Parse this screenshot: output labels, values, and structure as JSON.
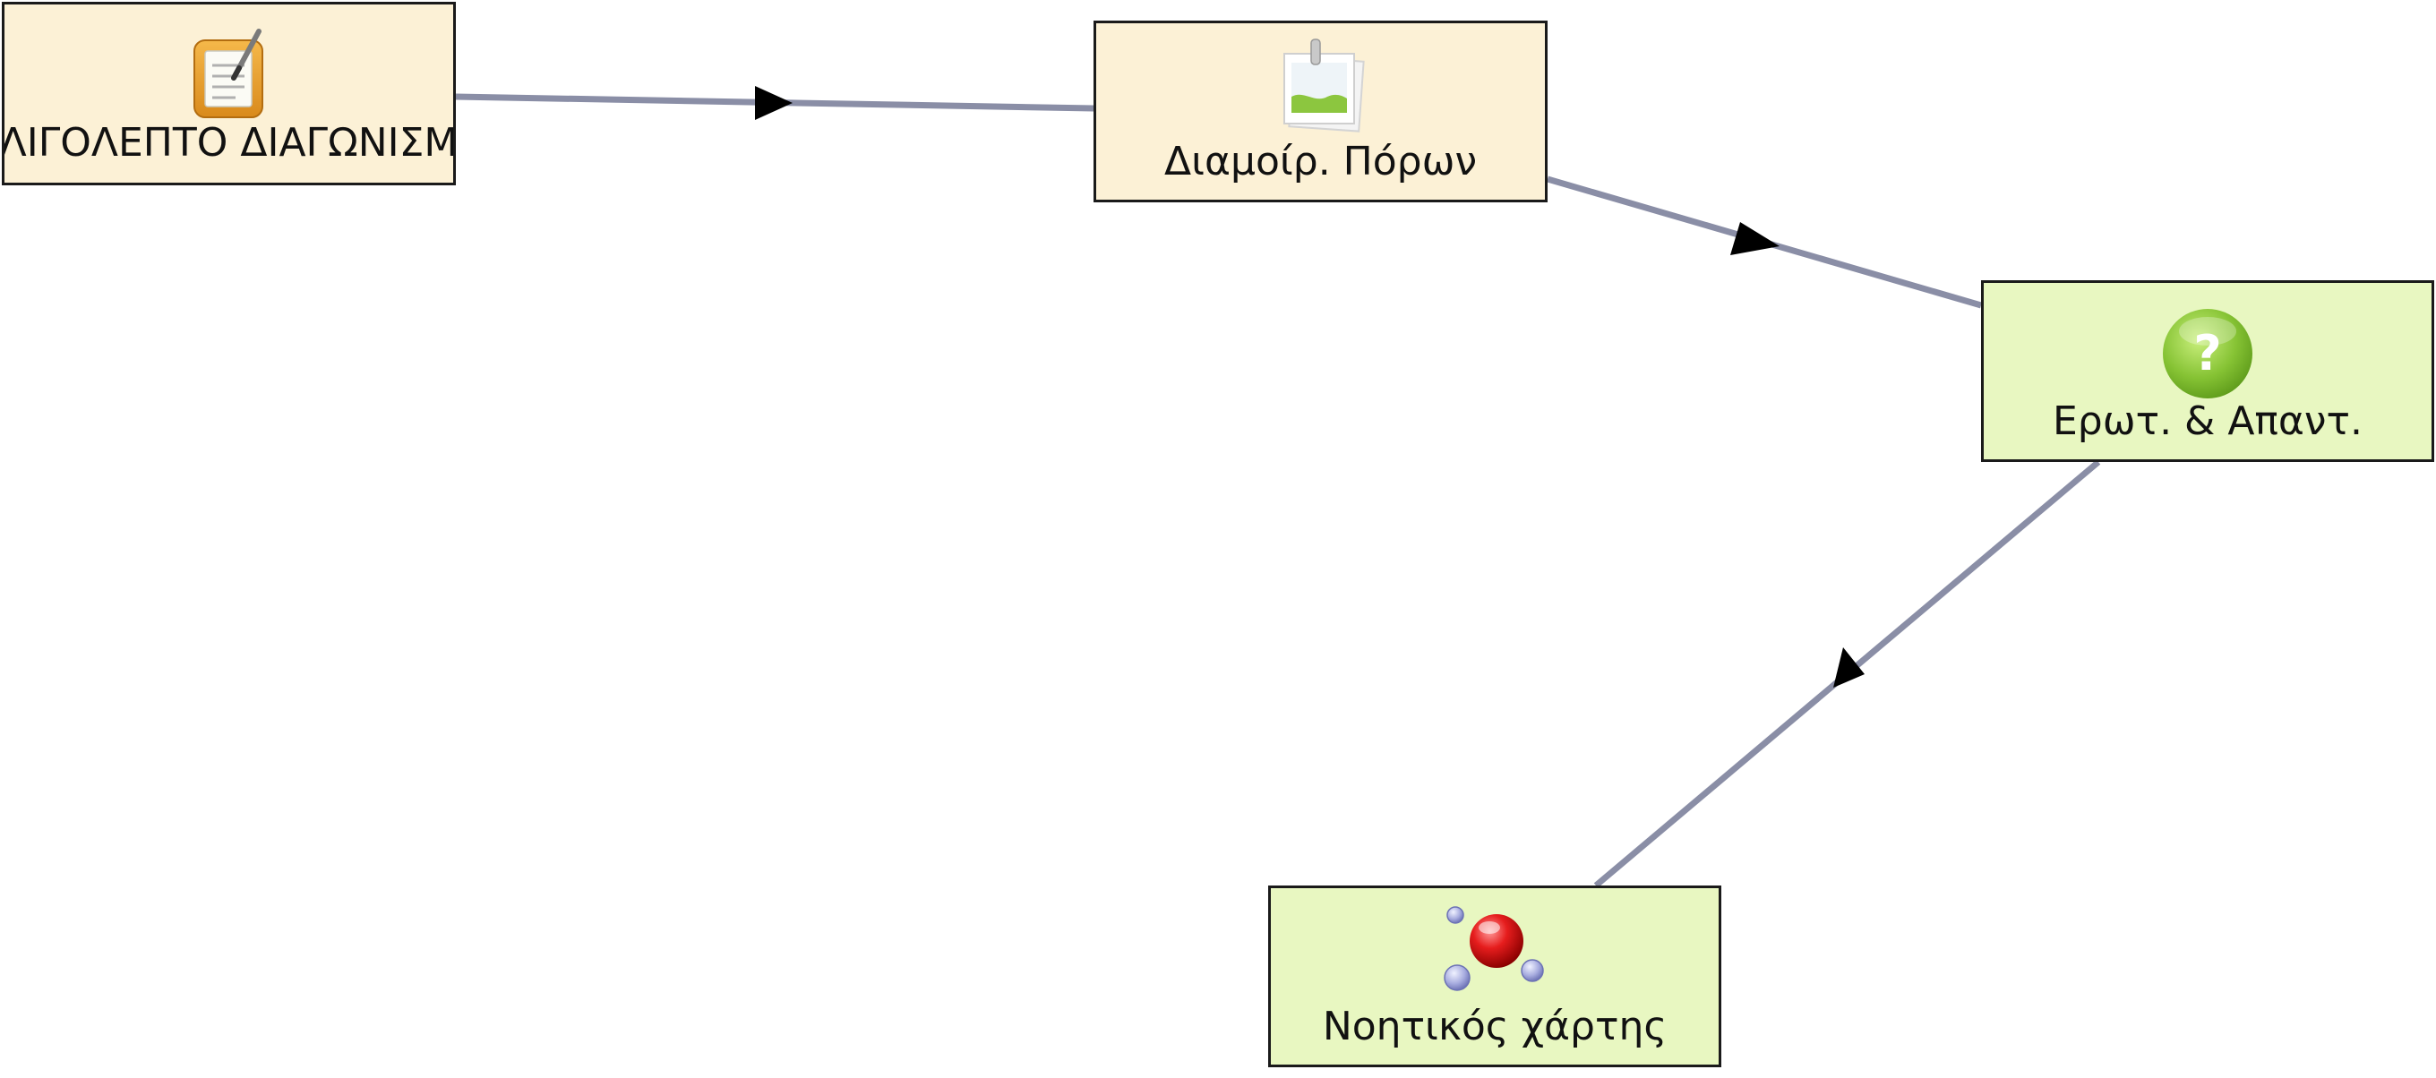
{
  "diagram": {
    "nodes": [
      {
        "id": "n1",
        "label": "ΛΙΓΟΛΕΠΤΟ ΔΙΑΓΩΝΙΣΜ",
        "icon": "notepad-icon",
        "fill": "#fcf1d6"
      },
      {
        "id": "n2",
        "label": "Διαμοίρ. Πόρων",
        "icon": "image-resource-icon",
        "fill": "#fcf1d6"
      },
      {
        "id": "n3",
        "label": "Ερωτ. & Απαντ.",
        "icon": "question-icon",
        "fill": "#e8f7c1"
      },
      {
        "id": "n4",
        "label": "Νοητικός χάρτης",
        "icon": "mindmap-icon",
        "fill": "#e8f7c1"
      }
    ],
    "edges": [
      {
        "from": "n1",
        "to": "n2"
      },
      {
        "from": "n2",
        "to": "n3"
      },
      {
        "from": "n3",
        "to": "n4"
      }
    ],
    "edge_color": "#8a8ea6"
  }
}
